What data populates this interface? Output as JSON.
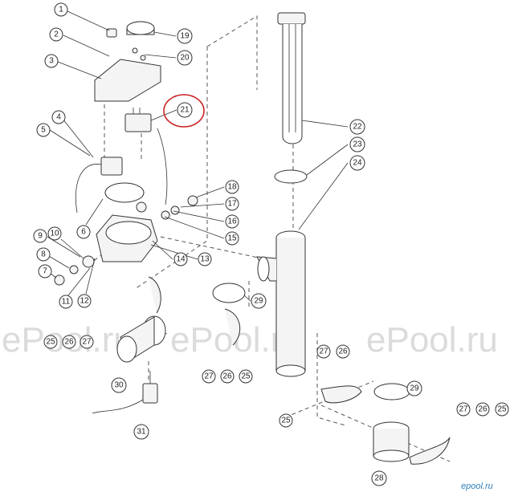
{
  "watermarks": [
    "ePool.ru",
    "ePool.ru",
    "ePool.ru"
  ],
  "brand": "epool.ru",
  "highlight_color": "#cc2222",
  "callouts": [
    {
      "id": "c1",
      "label": "1"
    },
    {
      "id": "c2",
      "label": "2"
    },
    {
      "id": "c3",
      "label": "3"
    },
    {
      "id": "c4",
      "label": "4"
    },
    {
      "id": "c5",
      "label": "5"
    },
    {
      "id": "c6",
      "label": "6"
    },
    {
      "id": "c7",
      "label": "7"
    },
    {
      "id": "c8",
      "label": "8"
    },
    {
      "id": "c9",
      "label": "9"
    },
    {
      "id": "c10",
      "label": "10"
    },
    {
      "id": "c11",
      "label": "11"
    },
    {
      "id": "c12",
      "label": "12"
    },
    {
      "id": "c13",
      "label": "13"
    },
    {
      "id": "c14",
      "label": "14"
    },
    {
      "id": "c15",
      "label": "15"
    },
    {
      "id": "c16",
      "label": "16"
    },
    {
      "id": "c17",
      "label": "17"
    },
    {
      "id": "c18",
      "label": "18"
    },
    {
      "id": "c19",
      "label": "19"
    },
    {
      "id": "c20",
      "label": "20"
    },
    {
      "id": "c21",
      "label": "21",
      "highlighted": true
    },
    {
      "id": "c22",
      "label": "22"
    },
    {
      "id": "c23",
      "label": "23"
    },
    {
      "id": "c24",
      "label": "24"
    },
    {
      "id": "c25a",
      "label": "25"
    },
    {
      "id": "c26a",
      "label": "26"
    },
    {
      "id": "c27a",
      "label": "27"
    },
    {
      "id": "c27b",
      "label": "27"
    },
    {
      "id": "c26b",
      "label": "26"
    },
    {
      "id": "c25b",
      "label": "25"
    },
    {
      "id": "c29a",
      "label": "29"
    },
    {
      "id": "c30",
      "label": "30"
    },
    {
      "id": "c31",
      "label": "31"
    },
    {
      "id": "c27c",
      "label": "27"
    },
    {
      "id": "c26c",
      "label": "26"
    },
    {
      "id": "c29b",
      "label": "29"
    },
    {
      "id": "c25c",
      "label": "25"
    },
    {
      "id": "c27d",
      "label": "27"
    },
    {
      "id": "c26d",
      "label": "26"
    },
    {
      "id": "c25d",
      "label": "25"
    },
    {
      "id": "c28",
      "label": "28"
    }
  ]
}
